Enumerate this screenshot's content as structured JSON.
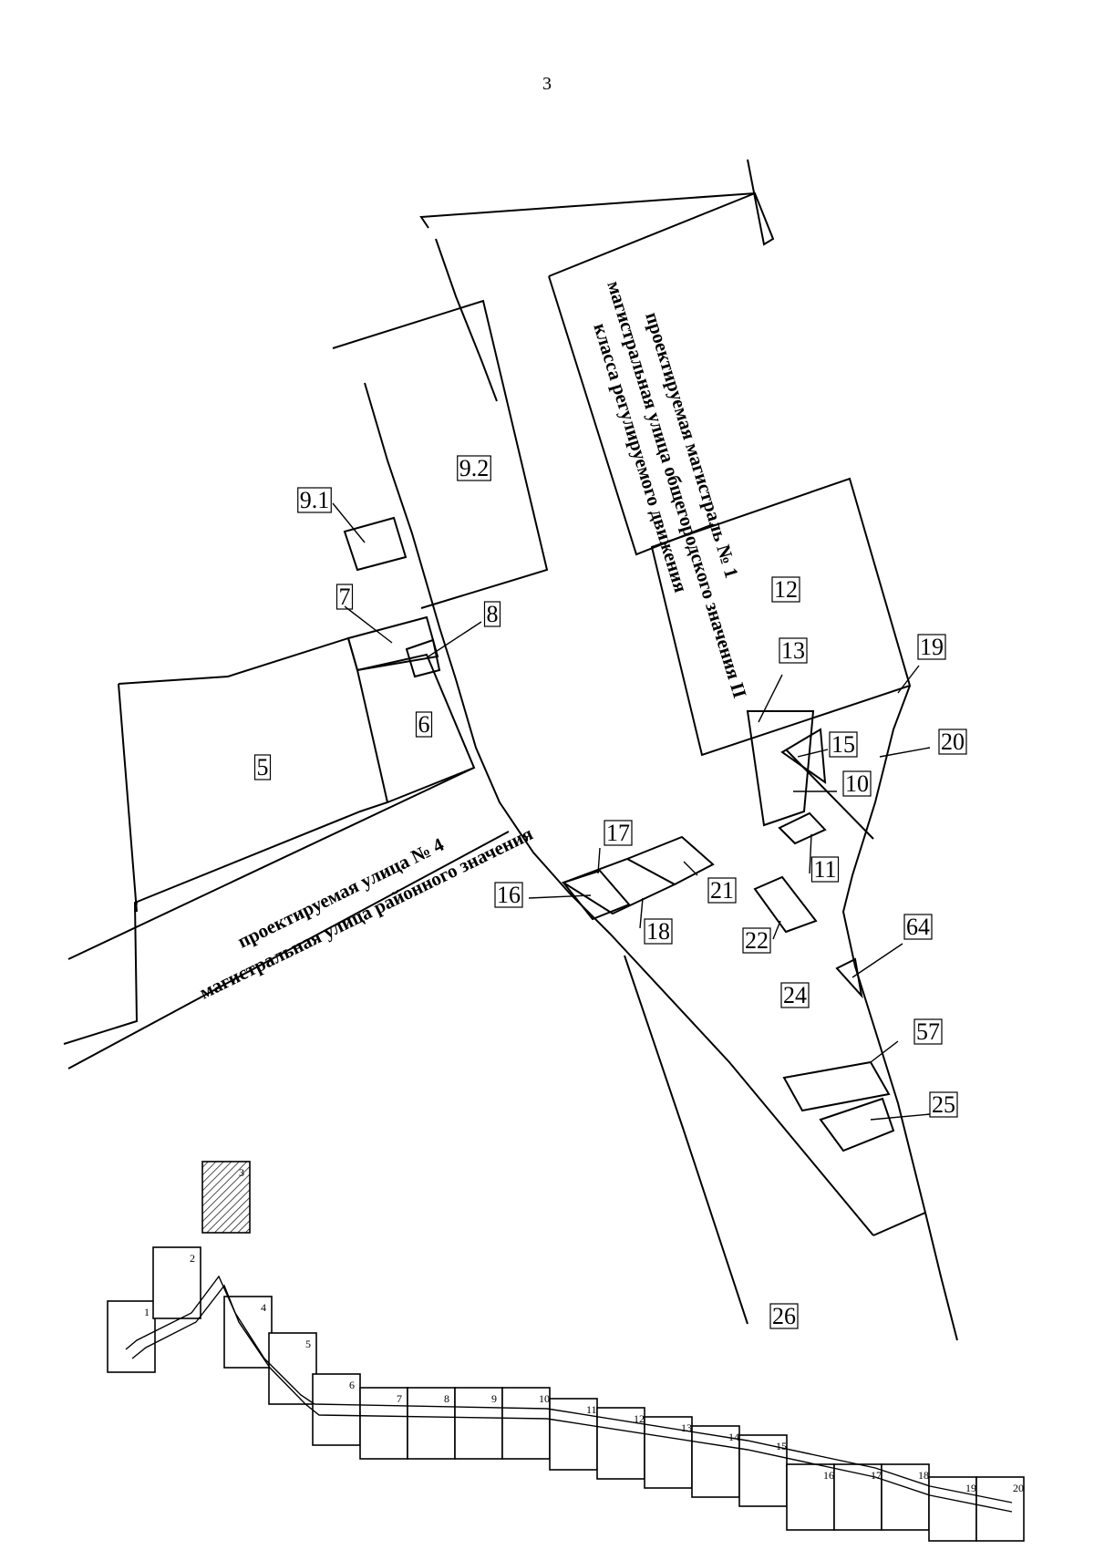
{
  "page_number": "3",
  "streets": {
    "main1_line1": "проектируемая магистраль № 1",
    "main1_line2": "магистральная улица общегородского значения II",
    "main1_line3": "класса регулируемого движения",
    "street4_line1": "проектируемая улица № 4",
    "street4_line2": "магистральная улица районного значения"
  },
  "parcels": {
    "p5": "5",
    "p6": "6",
    "p7": "7",
    "p8": "8",
    "p91": "9.1",
    "p92": "9.2",
    "p10": "10",
    "p11": "11",
    "p12": "12",
    "p13": "13",
    "p15": "15",
    "p16": "16",
    "p17": "17",
    "p18": "18",
    "p19": "19",
    "p20": "20",
    "p21": "21",
    "p22": "22",
    "p24": "24",
    "p25": "25",
    "p26": "26",
    "p57": "57",
    "p64": "64"
  },
  "index_map": {
    "sheets": [
      "1",
      "2",
      "3",
      "4",
      "5",
      "6",
      "7",
      "8",
      "9",
      "10",
      "11",
      "12",
      "13",
      "14",
      "15",
      "16",
      "17",
      "18",
      "19",
      "20"
    ],
    "current_sheet": "3"
  }
}
